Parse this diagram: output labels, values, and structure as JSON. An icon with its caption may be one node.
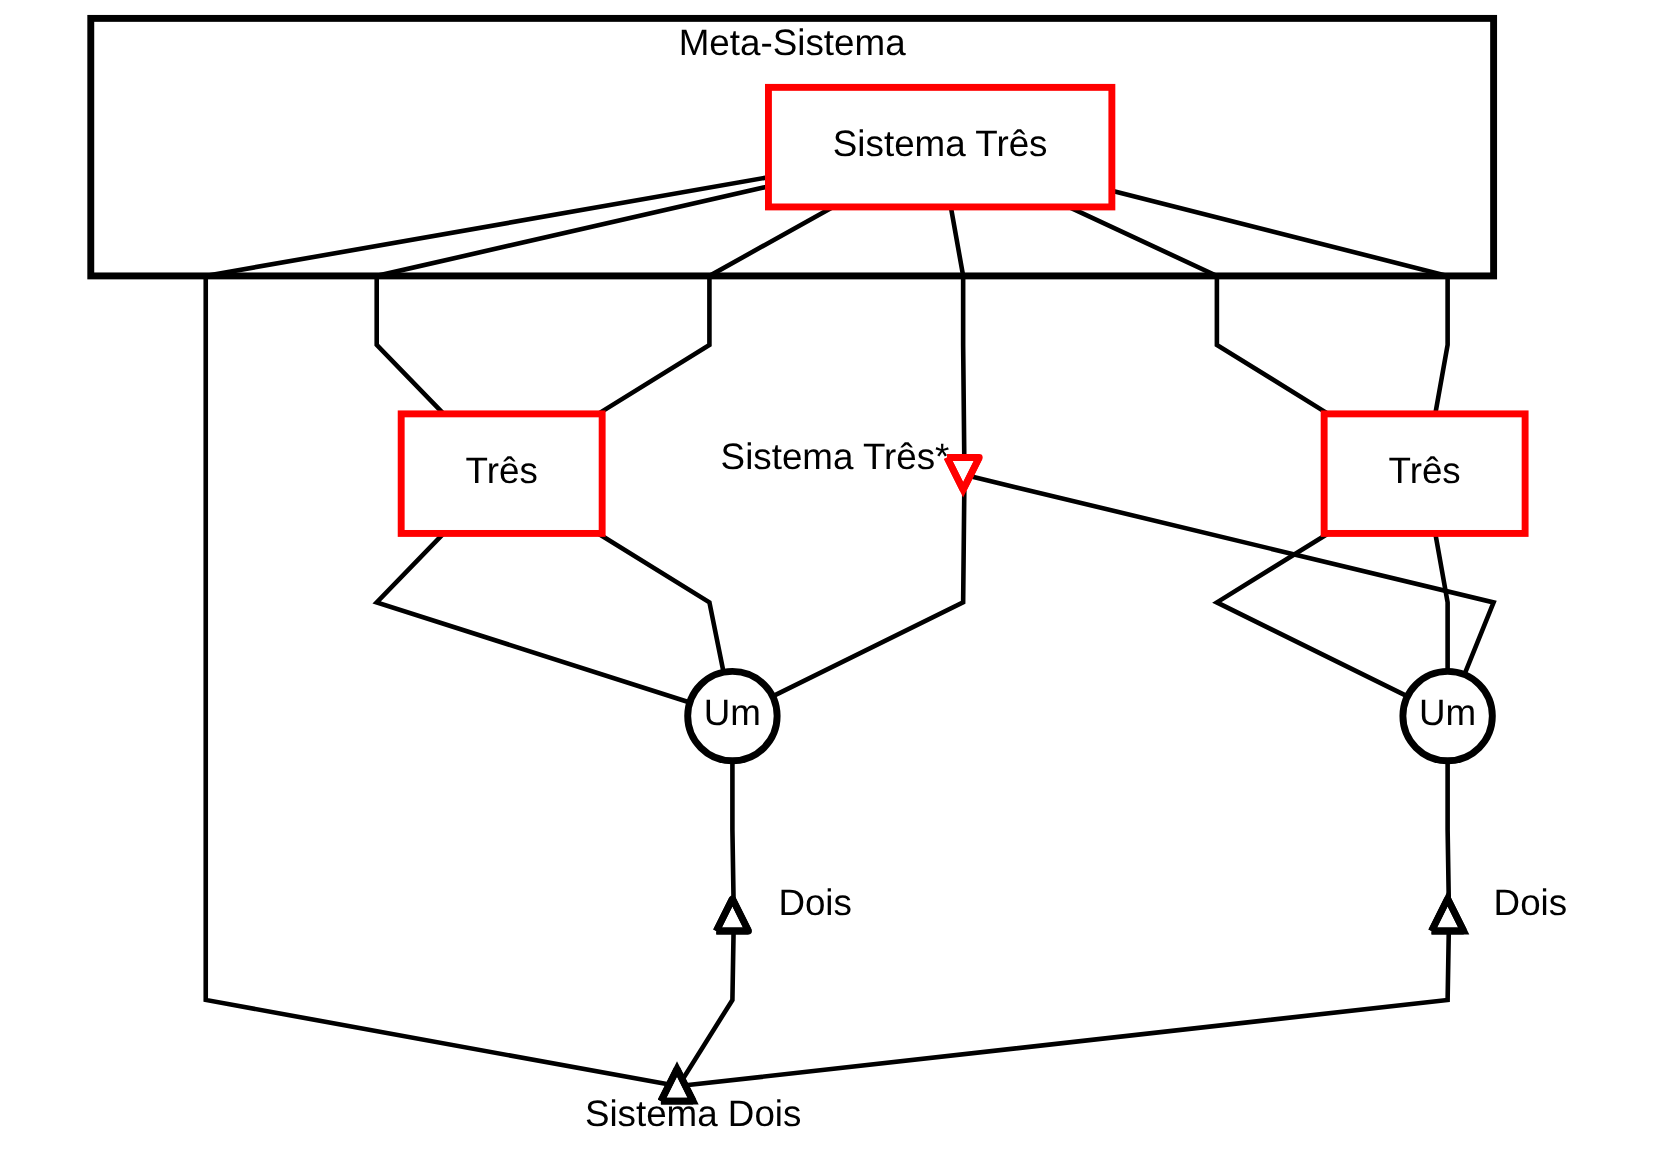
{
  "diagram": {
    "nodes": [
      {
        "text": [
          "Meta-Sistema"
        ]
      },
      {
        "text": [
          "Sistema Três"
        ],
        "in": 0
      },
      {
        "text": [],
        "shape": "triangle",
        "beside": [
          "Sistema Três*"
        ]
      },
      {
        "text": [],
        "shape": "triangle",
        "beside": [
          "Sistema Dois"
        ]
      },
      {
        "text": [
          "Três"
        ]
      },
      {
        "text": [
          "Um"
        ]
      },
      {
        "text": [],
        "shape": "triangle",
        "beside": [
          "Dois"
        ]
      },
      {
        "text": [
          "Três"
        ]
      },
      {
        "text": [
          "Um"
        ]
      },
      {
        "text": [],
        "shape": "triangle",
        "beside": [
          "Dois"
        ]
      }
    ],
    "edges": [
      {
        "from": 1,
        "to": 2,
        "arrow": "none"
      },
      {
        "from": 1,
        "to": 3,
        "arrow": "none"
      },
      {
        "from": 1,
        "to": 4,
        "arrow": "none"
      },
      {
        "from": 1,
        "to": 4,
        "arrow": "none"
      },
      {
        "from": 1,
        "to": 7,
        "arrow": "none"
      },
      {
        "from": 1,
        "to": 7,
        "arrow": "none"
      },
      {
        "from": 4,
        "to": 5,
        "arrow": "none"
      },
      {
        "from": 4,
        "to": 5,
        "arrow": "none"
      },
      {
        "from": 7,
        "to": 8,
        "arrow": "none"
      },
      {
        "from": 7,
        "to": 8,
        "arrow": "none"
      },
      {
        "from": 2,
        "to": 5,
        "arrow": "none"
      },
      {
        "from": 2,
        "to": 8,
        "arrow": "none"
      },
      {
        "from": 5,
        "to": 6,
        "arrow": "none"
      },
      {
        "from": 6,
        "to": 3,
        "arrow": "none"
      },
      {
        "from": 8,
        "to": 9,
        "arrow": "none"
      },
      {
        "from": 9,
        "to": 3,
        "arrow": "none"
      }
    ]
  }
}
